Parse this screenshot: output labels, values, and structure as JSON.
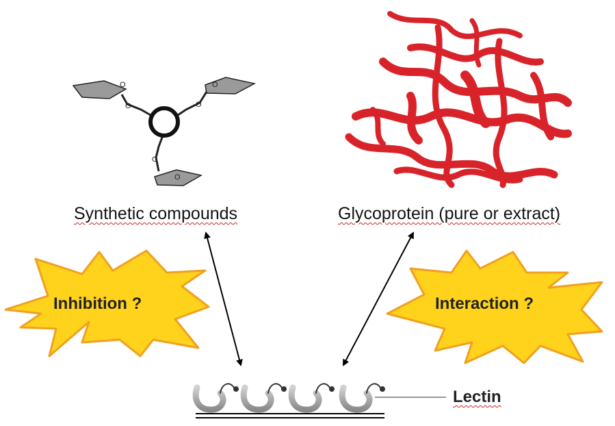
{
  "labels": {
    "synthetic": "Synthetic compounds",
    "glycoprotein": "Glycoprotein (pure or extract)",
    "inhibition": "Inhibition ?",
    "interaction": "Interaction ?",
    "lectin": "Lectin"
  },
  "colors": {
    "burst_fill": "#ffd21c",
    "burst_stroke": "#f0a020",
    "protein": "#d8232a",
    "ring": "#a8a8a8",
    "spelling_underline": "#d42020"
  }
}
